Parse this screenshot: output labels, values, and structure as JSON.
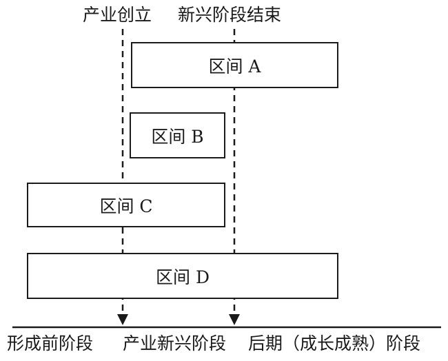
{
  "top_labels": {
    "founding": "产业创立",
    "emerging_end": "新兴阶段结束"
  },
  "intervals": [
    {
      "id": "a",
      "label": "区间 A"
    },
    {
      "id": "b",
      "label": "区间 B"
    },
    {
      "id": "c",
      "label": "区间 C"
    },
    {
      "id": "d",
      "label": "区间 D"
    }
  ],
  "stages": [
    "形成前阶段",
    "产业新兴阶段",
    "后期（成长成熟）阶段"
  ]
}
